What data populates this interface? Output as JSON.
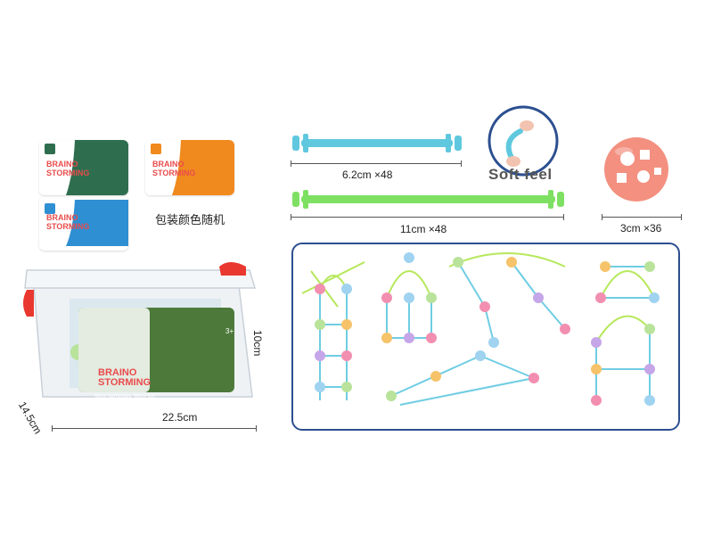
{
  "packaging_note": "包装颜色随机",
  "brand": {
    "logo_line1": "BRAINO",
    "logo_line2": "STORMING",
    "tagline": "More gameplay, More fun",
    "age": "3+"
  },
  "packages": [
    {
      "color": "#2e6e4e"
    },
    {
      "color": "#f08a1e"
    },
    {
      "color": "#2f8fd3"
    }
  ],
  "box_dimensions": {
    "width": "22.5cm",
    "depth": "14.5cm",
    "height": "10cm"
  },
  "parts": {
    "short_stick": {
      "label": "6.2cm  ×48",
      "color": "#5fc8df"
    },
    "long_stick": {
      "label": "11cm   ×48",
      "color": "#7ee062"
    },
    "ball": {
      "label": "3cm  ×36",
      "color": "#f39080"
    },
    "soft_feel": "Soft feel"
  },
  "colors": {
    "panel_border": "#2c4f8f",
    "stick_blue": "#6fcde3",
    "stick_green": "#b6e85a",
    "ball_colors": [
      "#f28fb0",
      "#9fd3f0",
      "#b9e39a",
      "#f6c36a",
      "#c5a6e8"
    ]
  }
}
